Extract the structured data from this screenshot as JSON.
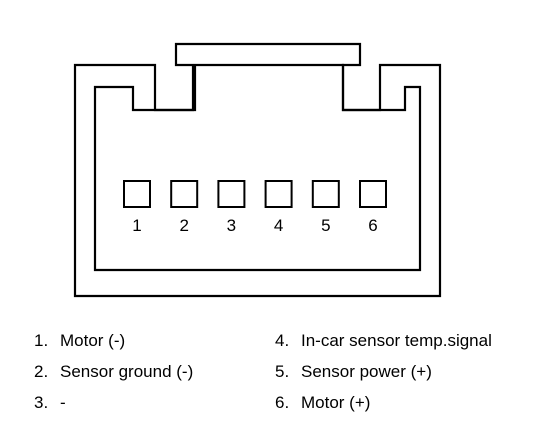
{
  "connector": {
    "pins": [
      {
        "number": "1"
      },
      {
        "number": "2"
      },
      {
        "number": "3"
      },
      {
        "number": "4"
      },
      {
        "number": "5"
      },
      {
        "number": "6"
      }
    ]
  },
  "legend": [
    {
      "number": "1.",
      "text": "Motor (-)"
    },
    {
      "number": "2.",
      "text": "Sensor ground (-)"
    },
    {
      "number": "3.",
      "text": "-"
    },
    {
      "number": "4.",
      "text": "In-car sensor temp.signal"
    },
    {
      "number": "5.",
      "text": "Sensor power (+)"
    },
    {
      "number": "6.",
      "text": "Motor (+)"
    }
  ],
  "colors": {
    "line": "#000000",
    "background": "#ffffff"
  }
}
